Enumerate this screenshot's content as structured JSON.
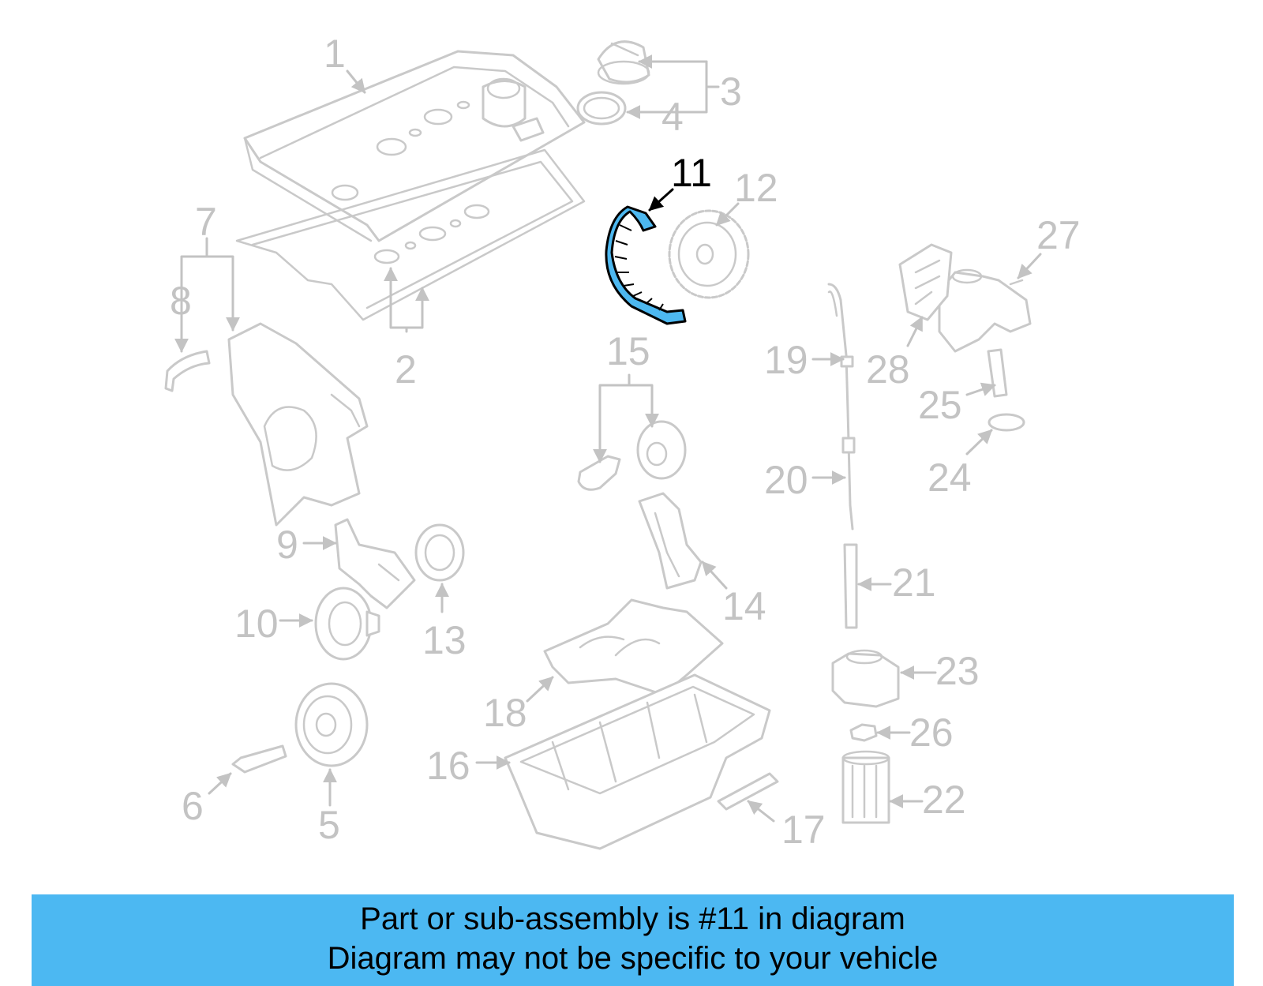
{
  "callouts": {
    "c1": "1",
    "c2": "2",
    "c3": "3",
    "c4": "4",
    "c5": "5",
    "c6": "6",
    "c7": "7",
    "c8": "8",
    "c9": "9",
    "c10": "10",
    "c11": "11",
    "c12": "12",
    "c13": "13",
    "c14": "14",
    "c15": "15",
    "c16": "16",
    "c17": "17",
    "c18": "18",
    "c19": "19",
    "c20": "20",
    "c21": "21",
    "c22": "22",
    "c23": "23",
    "c24": "24",
    "c25": "25",
    "c26": "26",
    "c27": "27",
    "c28": "28"
  },
  "highlighted_part": "11",
  "colors": {
    "highlight": "#4db8f0",
    "banner": "#4cb8f2",
    "muted": "#c3c3c3"
  },
  "banner": {
    "line1": "Part or sub-assembly is #11 in diagram",
    "line2": "Diagram may not be specific to your vehicle"
  }
}
